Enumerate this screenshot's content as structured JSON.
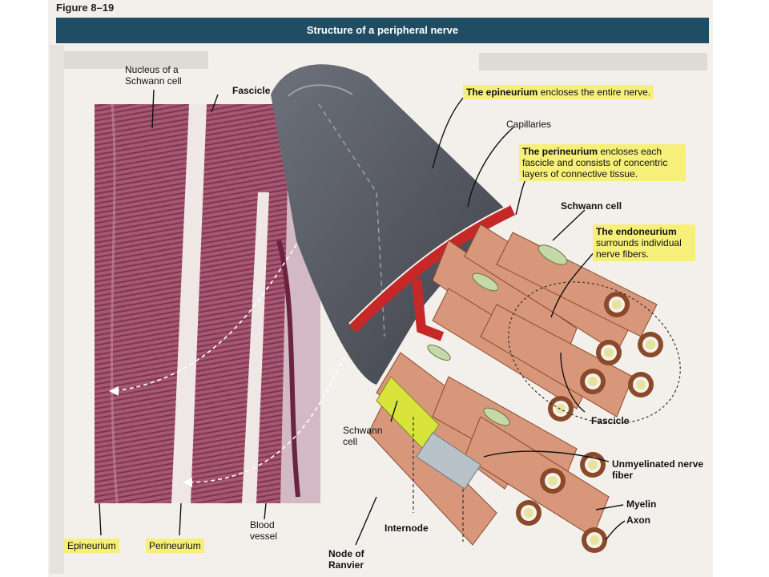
{
  "figure": {
    "number": "Figure 8–19",
    "title": "Structure of a peripheral nerve"
  },
  "labels": {
    "nucleus": "Nucleus of a Schwann cell",
    "fascicle_top": "Fascicle",
    "epineurium_note_bold": "The epineurium",
    "epineurium_note_rest": " encloses the entire nerve.",
    "capillaries": "Capillaries",
    "perineurium_note_bold": "The perineurium",
    "perineurium_note_rest": " encloses each fascicle and consists of concentric layers of connective tissue.",
    "schwann_cell_top": "Schwann cell",
    "endoneurium_note_bold": "The endoneurium",
    "endoneurium_note_rest": " surrounds individual nerve fibers.",
    "fascicle_bottom": "Fascicle",
    "schwann_cell_bottom": "Schwann cell",
    "unmyelinated": "Unmyelinated nerve fiber",
    "myelin": "Myelin",
    "axon": "Axon",
    "internode": "Internode",
    "node_of_ranvier": "Node of Ranvier",
    "epineurium_bottom": "Epineurium",
    "perineurium_bottom": "Perineurium",
    "blood_vessel": "Blood vessel"
  },
  "colors": {
    "banner": "#1f4d63",
    "highlight": "#f6f07a",
    "tissue": "#a8566e",
    "epineurium_sheath": "#5a5d66",
    "perineurium_red": "#c62828",
    "fiber": "#d8977a",
    "myelin": "#8a4a2a",
    "axon": "#f4f0a8"
  }
}
